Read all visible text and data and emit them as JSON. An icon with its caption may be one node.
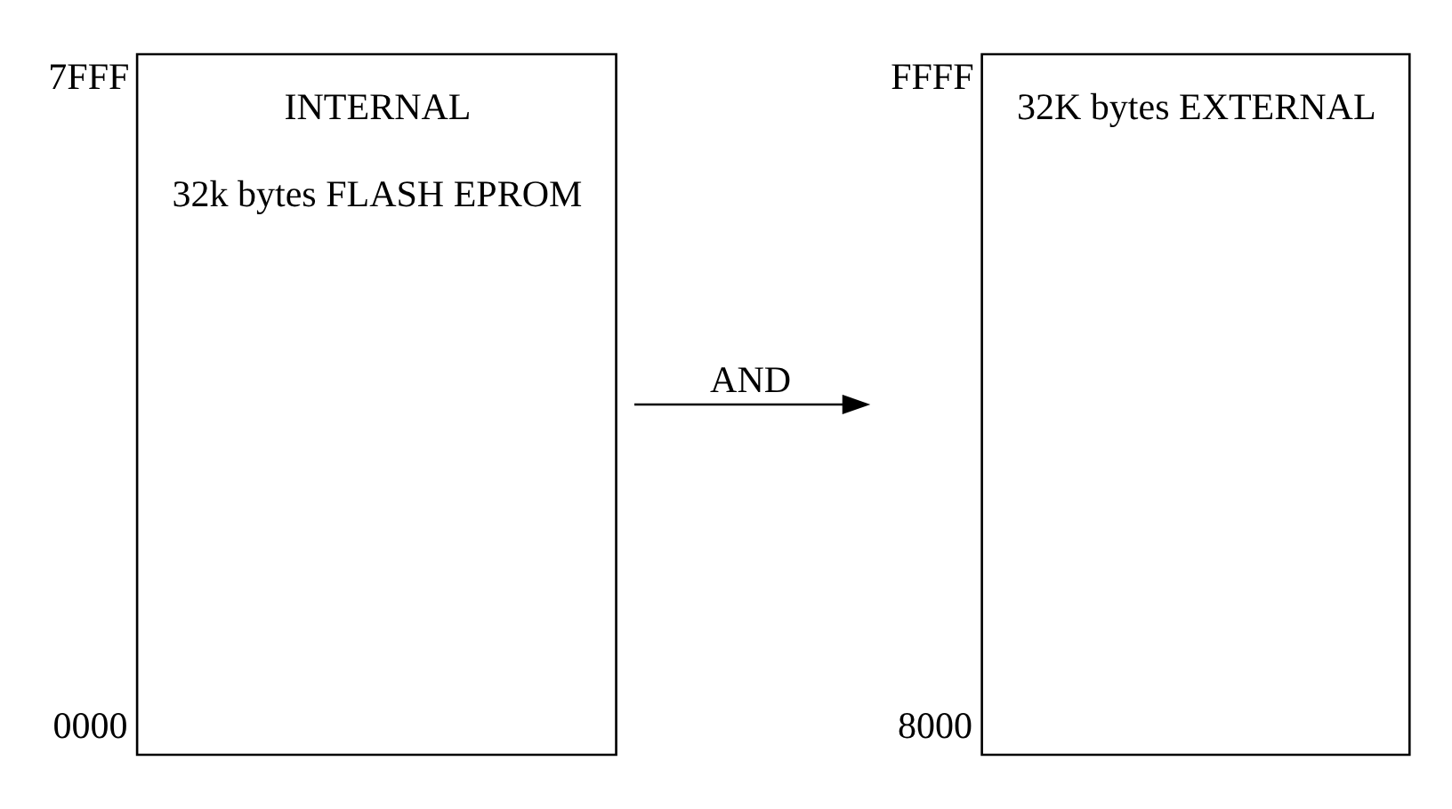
{
  "diagram": {
    "nodes": [
      {
        "text": [
          "INTERNAL",
          "32k bytes FLASH EPROM"
        ],
        "beside": [
          "7FFF",
          "0000"
        ]
      },
      {
        "text": [
          "32K bytes EXTERNAL"
        ],
        "beside": [
          "FFFF",
          "8000"
        ]
      }
    ],
    "edges": [
      {
        "from": 0,
        "to": 1,
        "arrow": "to",
        "label": "AND"
      }
    ]
  }
}
